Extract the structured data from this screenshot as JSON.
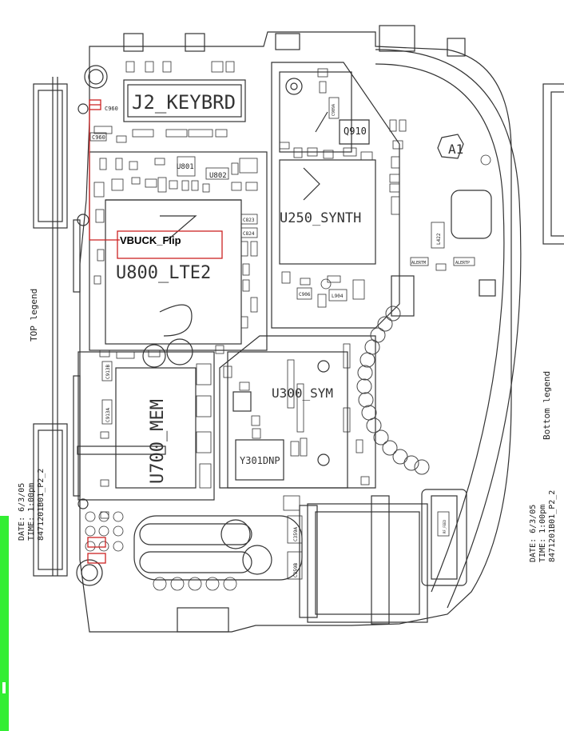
{
  "board": {
    "labels": {
      "keyboard_connector": "J2_KEYBRD",
      "lte": "U800_LTE2",
      "synth": "U250_SYNTH",
      "sym": "U300_SYM",
      "mem": "U700_MEM",
      "crystal": "Y301DNP",
      "antenna": "A1",
      "q910": "Q910",
      "u802": "U802",
      "u801": "U801",
      "c960_a": "C960",
      "c960_b": "C960"
    },
    "small_refs": {
      "c823": "C823",
      "c824": "C824",
      "c906": "C906",
      "l904": "L904",
      "c909a": "C909A",
      "c913b": "C913B",
      "c913a": "C913A",
      "c359a": "C359A",
      "c359b": "C359B",
      "l422": "L422",
      "alertm": "ALERTM",
      "alertp": "ALERTP",
      "rf_feed": "RF_FEED"
    },
    "callout": {
      "text": "VBUCK_Flip",
      "color": "#cc2222"
    },
    "legends": {
      "top": "TOP legend",
      "bottom": "Bottom legend"
    },
    "stamps": {
      "left": {
        "date": "DATE: 6/3/05",
        "time": "TIME: 1:00pm",
        "part": "8471201B01_P2_2"
      },
      "right": {
        "date": "DATE: 6/3/05",
        "time": "TIME: 1:00pm",
        "part": "8471201B01_P2_2"
      }
    },
    "colors": {
      "outline": "#222222",
      "highlight": "#cc2222",
      "sidebar": "#33ee33"
    }
  }
}
